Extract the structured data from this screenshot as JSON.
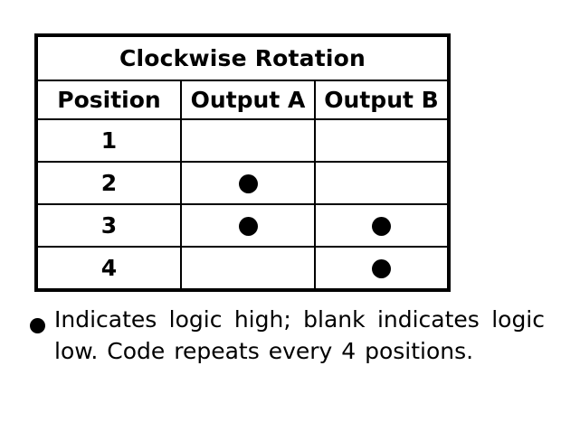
{
  "table": {
    "caption": "Clockwise Rotation",
    "columns": [
      "Position",
      "Output A",
      "Output B"
    ],
    "rows": [
      {
        "position": "1",
        "output_a": "",
        "output_b": ""
      },
      {
        "position": "2",
        "output_a": "dot",
        "output_b": ""
      },
      {
        "position": "3",
        "output_a": "dot",
        "output_b": "dot"
      },
      {
        "position": "4",
        "output_a": "",
        "output_b": "dot"
      }
    ]
  },
  "footnote": {
    "bullet": "filled-circle",
    "text": "Indicates logic high; blank indicates logic low. Code repeats every 4 positions."
  },
  "colors": {
    "ink": "#000000",
    "background": "#ffffff"
  }
}
